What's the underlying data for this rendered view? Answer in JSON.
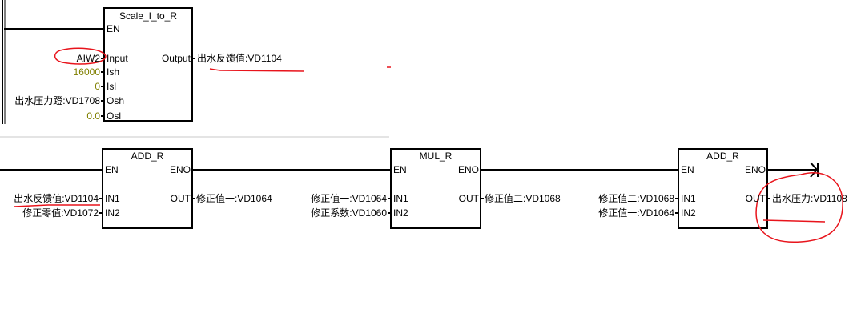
{
  "network1": {
    "block": {
      "title": "Scale_I_to_R",
      "pins": {
        "en": "EN",
        "input": "Input",
        "ish": "Ish",
        "isl": "Isl",
        "osh": "Osh",
        "osl": "Osl",
        "output": "Output"
      },
      "operands": {
        "input": "AIW2",
        "ish": "16000",
        "isl": "0",
        "osh": "出水压力蹬:VD1708",
        "osl": "0.0",
        "output": "出水反馈值:VD1104"
      }
    }
  },
  "network2": {
    "blocks": [
      {
        "title": "ADD_R",
        "en": "EN",
        "eno": "ENO",
        "in1": "IN1",
        "in2": "IN2",
        "out": "OUT",
        "in1_op": "出水反馈值:VD1104",
        "in2_op": "修正零值:VD1072",
        "out_op": "修正值一:VD1064"
      },
      {
        "title": "MUL_R",
        "en": "EN",
        "eno": "ENO",
        "in1": "IN1",
        "in2": "IN2",
        "out": "OUT",
        "in1_op": "修正值一:VD1064",
        "in2_op": "修正系数:VD1060",
        "out_op": "修正值二:VD1068"
      },
      {
        "title": "ADD_R",
        "en": "EN",
        "eno": "ENO",
        "in1": "IN1",
        "in2": "IN2",
        "out": "OUT",
        "in1_op": "修正值二:VD1068",
        "in2_op": "修正值一:VD1064",
        "out_op": "出水压力:VD1108"
      }
    ]
  },
  "annotation_color": "#e8141c"
}
